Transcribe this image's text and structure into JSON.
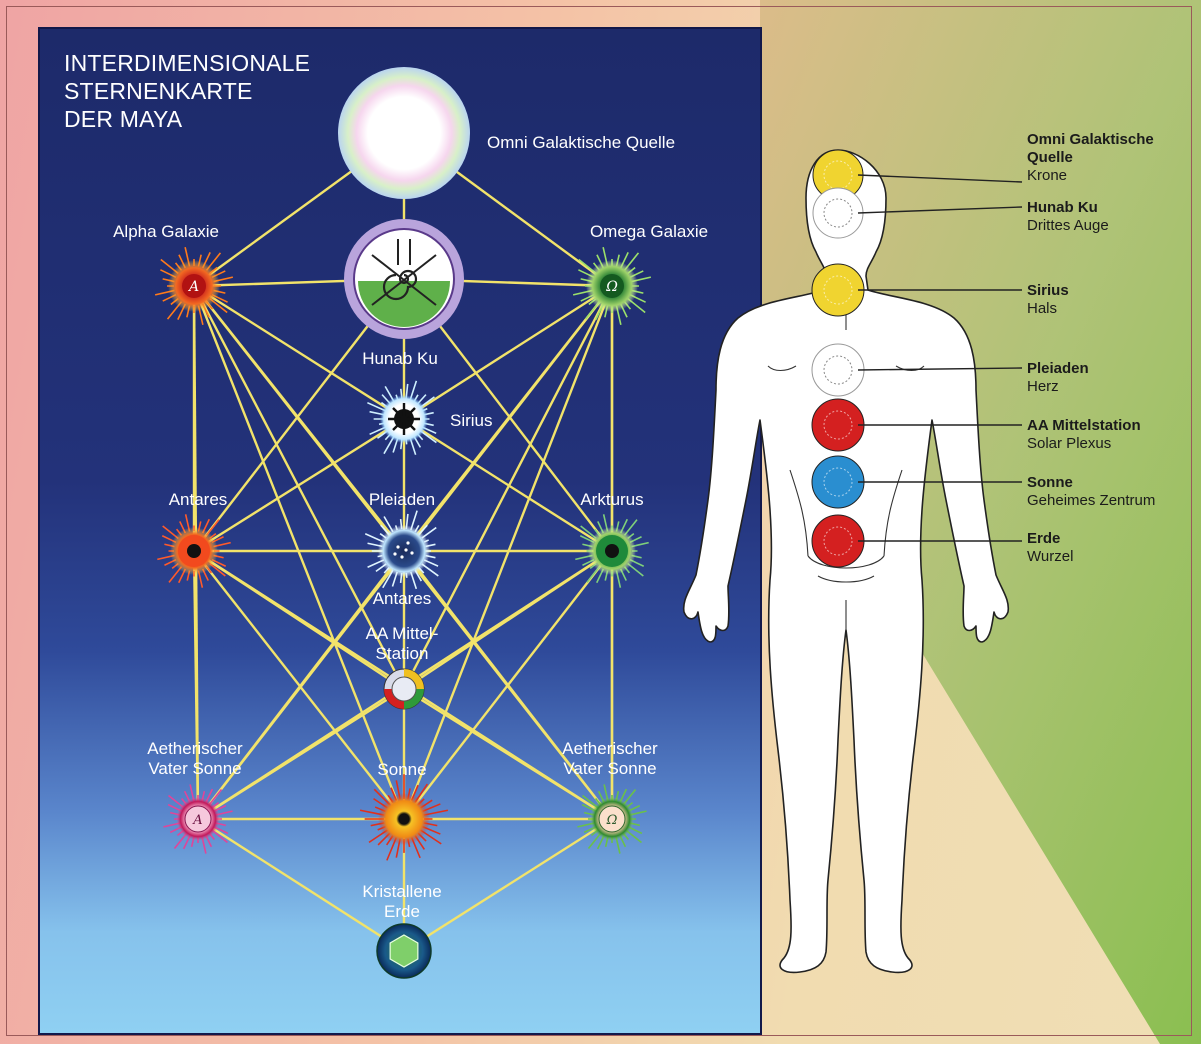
{
  "title_lines": [
    "INTERDIMENSIONALE",
    "STERNENKARTE",
    "DER MAYA"
  ],
  "nodes": {
    "omni": "Omni Galaktische Quelle",
    "alpha": "Alpha Galaxie",
    "omega": "Omega Galaxie",
    "hunab": "Hunab Ku",
    "sirius": "Sirius",
    "antares_left": "Antares",
    "pleiaden": "Pleiaden",
    "arkturus": "Arkturus",
    "antares_center": "Antares",
    "aa_line1": "AA Mittel-",
    "aa_line2": "Station",
    "aeth_left_1": "Aetherischer",
    "aeth_left_2": "Vater Sonne",
    "sonne": "Sonne",
    "aeth_right_1": "Aetherischer",
    "aeth_right_2": "Vater Sonne",
    "erde_1": "Kristallene",
    "erde_2": "Erde",
    "alpha_symbol": "A",
    "omega_symbol": "Ω"
  },
  "legend": [
    {
      "name": "Omni Galaktische",
      "name2": "Quelle",
      "sub": "Krone",
      "color": "#f0d430"
    },
    {
      "name": "Hunab Ku",
      "sub": "Drittes Auge",
      "color": "#ffffff"
    },
    {
      "name": "Sirius",
      "sub": "Hals",
      "color": "#f0d430"
    },
    {
      "name": "Pleiaden",
      "sub": "Herz",
      "color": "#ffffff"
    },
    {
      "name": "AA Mittelstation",
      "sub": "Solar Plexus",
      "color": "#d42020"
    },
    {
      "name": "Sonne",
      "sub": "Geheimes Zentrum",
      "color": "#2a8ed0"
    },
    {
      "name": "Erde",
      "sub": "Wurzel",
      "color": "#d42020"
    }
  ],
  "colors": {
    "line": "#f2e36a",
    "panel_top": "#1d2a6a",
    "panel_bottom": "#8fd0f2"
  }
}
